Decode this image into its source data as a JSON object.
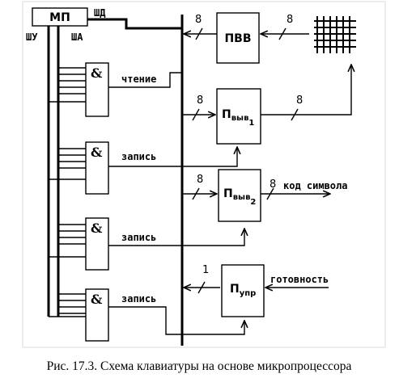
{
  "nodes": {
    "mp": "МП",
    "pvv": "ПВВ",
    "pvyv1": {
      "main": "П",
      "sub1": "выв",
      "sub2": "1"
    },
    "pvyv2": {
      "main": "П",
      "sub1": "выв",
      "sub2": "2"
    },
    "pupr": {
      "main": "П",
      "sub1": "упр"
    }
  },
  "buses": {
    "shd": "ШД",
    "shu": "ШУ",
    "sha": "ША"
  },
  "gate_symbol": "&",
  "signals": {
    "read": "чтение",
    "write1": "запись",
    "write2": "запись",
    "write3": "запись",
    "char_code": "код символа",
    "ready": "готовность"
  },
  "bus_widths": {
    "pvv_left": "8",
    "pvv_right": "8",
    "pvyv1_in": "8",
    "pvyv1_out": "8",
    "pvyv2_in": "8",
    "pvyv2_out": "8",
    "pupr_in": "1"
  },
  "caption": "Рис. 17.3. Схема клавиатуры на основе микропроцессора"
}
